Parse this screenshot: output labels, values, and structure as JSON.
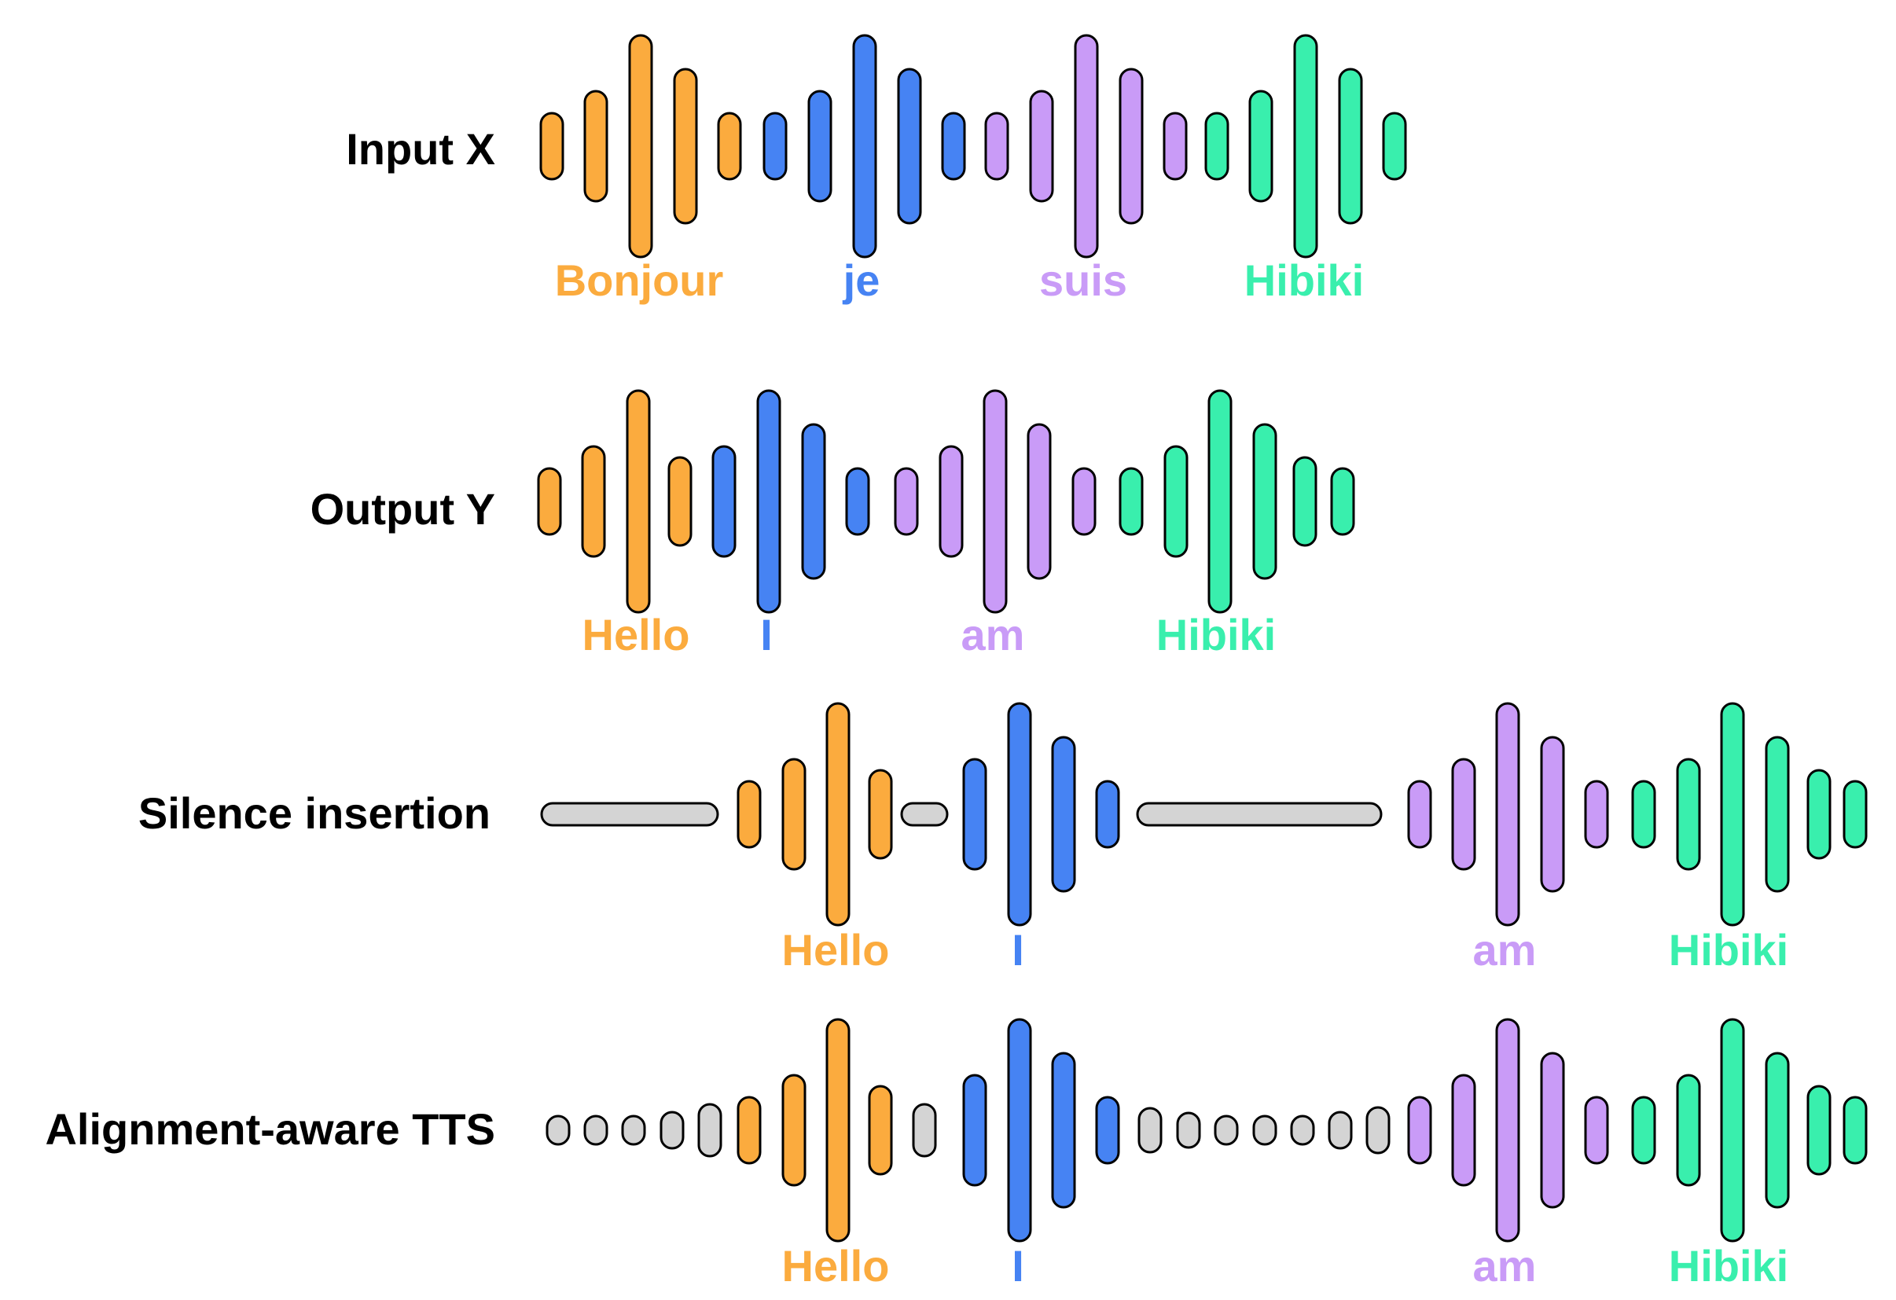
{
  "colors": {
    "orange": "#fbab3e",
    "blue": "#4683f3",
    "purple": "#c99bf7",
    "green": "#39efad",
    "silence": "#d4d4d4",
    "outline": "#000000"
  },
  "rows": [
    {
      "label": "Input X",
      "words": [
        {
          "text": "Bonjour",
          "color": "orange"
        },
        {
          "text": "je",
          "color": "blue"
        },
        {
          "text": "suis",
          "color": "purple"
        },
        {
          "text": "Hibiki",
          "color": "green"
        }
      ]
    },
    {
      "label": "Output Y",
      "words": [
        {
          "text": "Hello",
          "color": "orange"
        },
        {
          "text": "I",
          "color": "blue"
        },
        {
          "text": "am",
          "color": "purple"
        },
        {
          "text": "Hibiki",
          "color": "green"
        }
      ]
    },
    {
      "label": "Silence insertion",
      "words": [
        {
          "text": "Hello",
          "color": "orange"
        },
        {
          "text": "I",
          "color": "blue"
        },
        {
          "text": "am",
          "color": "purple"
        },
        {
          "text": "Hibiki",
          "color": "green"
        }
      ]
    },
    {
      "label": "Alignment-aware TTS",
      "words": [
        {
          "text": "Hello",
          "color": "orange"
        },
        {
          "text": "I",
          "color": "blue"
        },
        {
          "text": "am",
          "color": "purple"
        },
        {
          "text": "Hibiki",
          "color": "green"
        }
      ]
    }
  ]
}
